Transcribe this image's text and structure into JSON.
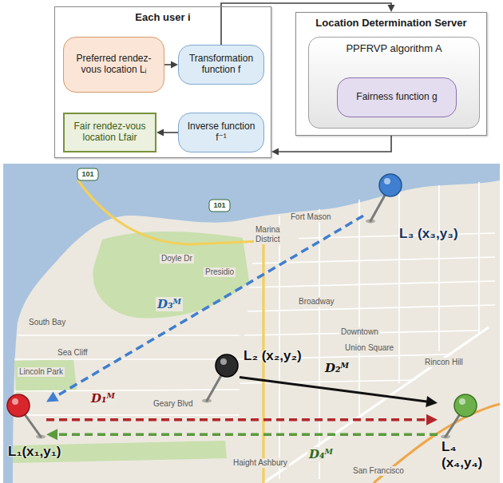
{
  "diagram": {
    "nodes": [
      {
        "text": [
          "Each user i"
        ]
      },
      {
        "text": [
          "Preferred rendez-vous location Lᵢ"
        ],
        "in": 0
      },
      {
        "text": [
          "Transformation function f"
        ],
        "in": 0
      },
      {
        "text": [
          "Fair rendez-vous location Lfair"
        ],
        "in": 0
      },
      {
        "text": [
          "Inverse function f⁻¹"
        ],
        "in": 0
      },
      {
        "text": [
          "Location Determination Server"
        ]
      },
      {
        "text": [
          "PPFRVP algorithm A"
        ],
        "in": 5
      },
      {
        "text": [
          "Fairness function g"
        ],
        "in": 6
      },
      {
        "text": [
          "L₃ (x₃,y₃)"
        ]
      },
      {
        "text": [
          "L₂ (x₂,y₂)"
        ]
      },
      {
        "text": [
          "L₁(x₁,y₁)"
        ]
      },
      {
        "text": [
          "L₄ (x₄,y₄)"
        ]
      }
    ],
    "edges": [
      {
        "from": 1,
        "to": 2,
        "arrow": "to"
      },
      {
        "from": 2,
        "to": 5,
        "arrow": "to"
      },
      {
        "from": 5,
        "to": 0,
        "arrow": "to"
      },
      {
        "from": 4,
        "to": 3,
        "arrow": "to"
      },
      {
        "from": 8,
        "to": 10,
        "label": "D₃ᴹ",
        "arrow": "to"
      },
      {
        "from": 9,
        "to": 11,
        "label": "D₂ᴹ",
        "arrow": "to"
      },
      {
        "from": 10,
        "to": 11,
        "label": "D₁ᴹ",
        "arrow": "to"
      },
      {
        "from": 11,
        "to": 10,
        "label": "D₄ᴹ",
        "arrow": "to"
      }
    ],
    "labels": [
      "101",
      "101",
      "Fort Mason",
      "Marina District",
      "Presidio",
      "Doyle Dr",
      "South Bay",
      "Sea Cliff",
      "Lincoln Park",
      "Geary Blvd",
      "Broadway",
      "Downtown",
      "Union Square",
      "Rincon Hill",
      "Haight Ashbury",
      "San Francisco"
    ]
  }
}
